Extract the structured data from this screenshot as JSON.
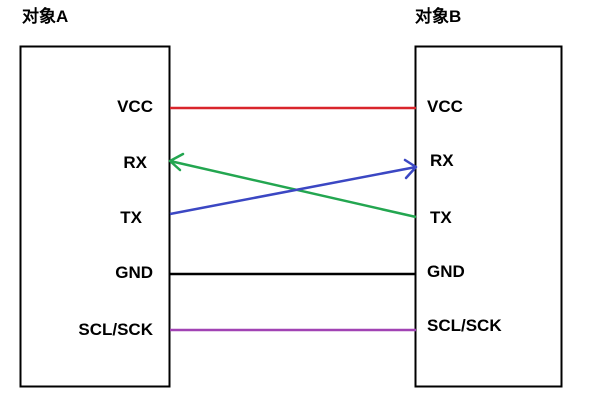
{
  "device_a": {
    "title": "对象A",
    "pins": [
      "VCC",
      "RX",
      "TX",
      "GND",
      "SCL/SCK"
    ]
  },
  "device_b": {
    "title": "对象B",
    "pins": [
      "VCC",
      "RX",
      "TX",
      "GND",
      "SCL/SCK"
    ]
  },
  "connections": [
    {
      "from": "A.VCC",
      "to": "B.VCC",
      "color": "#d9252b",
      "arrow": "none"
    },
    {
      "from": "B.TX",
      "to": "A.RX",
      "color": "#23a650",
      "arrow": "A"
    },
    {
      "from": "A.TX",
      "to": "B.RX",
      "color": "#3b47c3",
      "arrow": "B"
    },
    {
      "from": "A.GND",
      "to": "B.GND",
      "color": "#000000",
      "arrow": "none"
    },
    {
      "from": "A.SCL/SCK",
      "to": "B.SCL/SCK",
      "color": "#a143b4",
      "arrow": "none"
    }
  ]
}
